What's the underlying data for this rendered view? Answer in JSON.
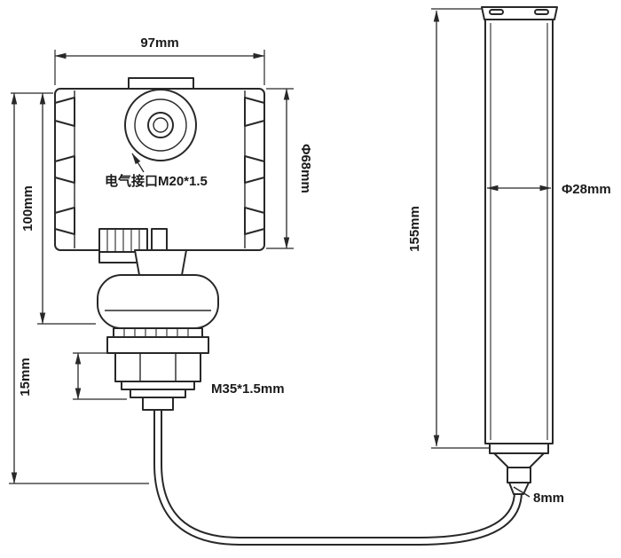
{
  "diagram": {
    "colors": {
      "line": "#282828",
      "background": "#ffffff"
    },
    "labels": {
      "width_top": "97mm",
      "housing_height": "100mm",
      "housing_diameter": "Φ68mm",
      "electrical_interface": "电气接口M20*1.5",
      "flange_height": "15mm",
      "thread_spec": "M35*1.5mm",
      "probe_length": "155mm",
      "probe_diameter": "Φ28mm",
      "cable_diameter": "8mm"
    }
  }
}
